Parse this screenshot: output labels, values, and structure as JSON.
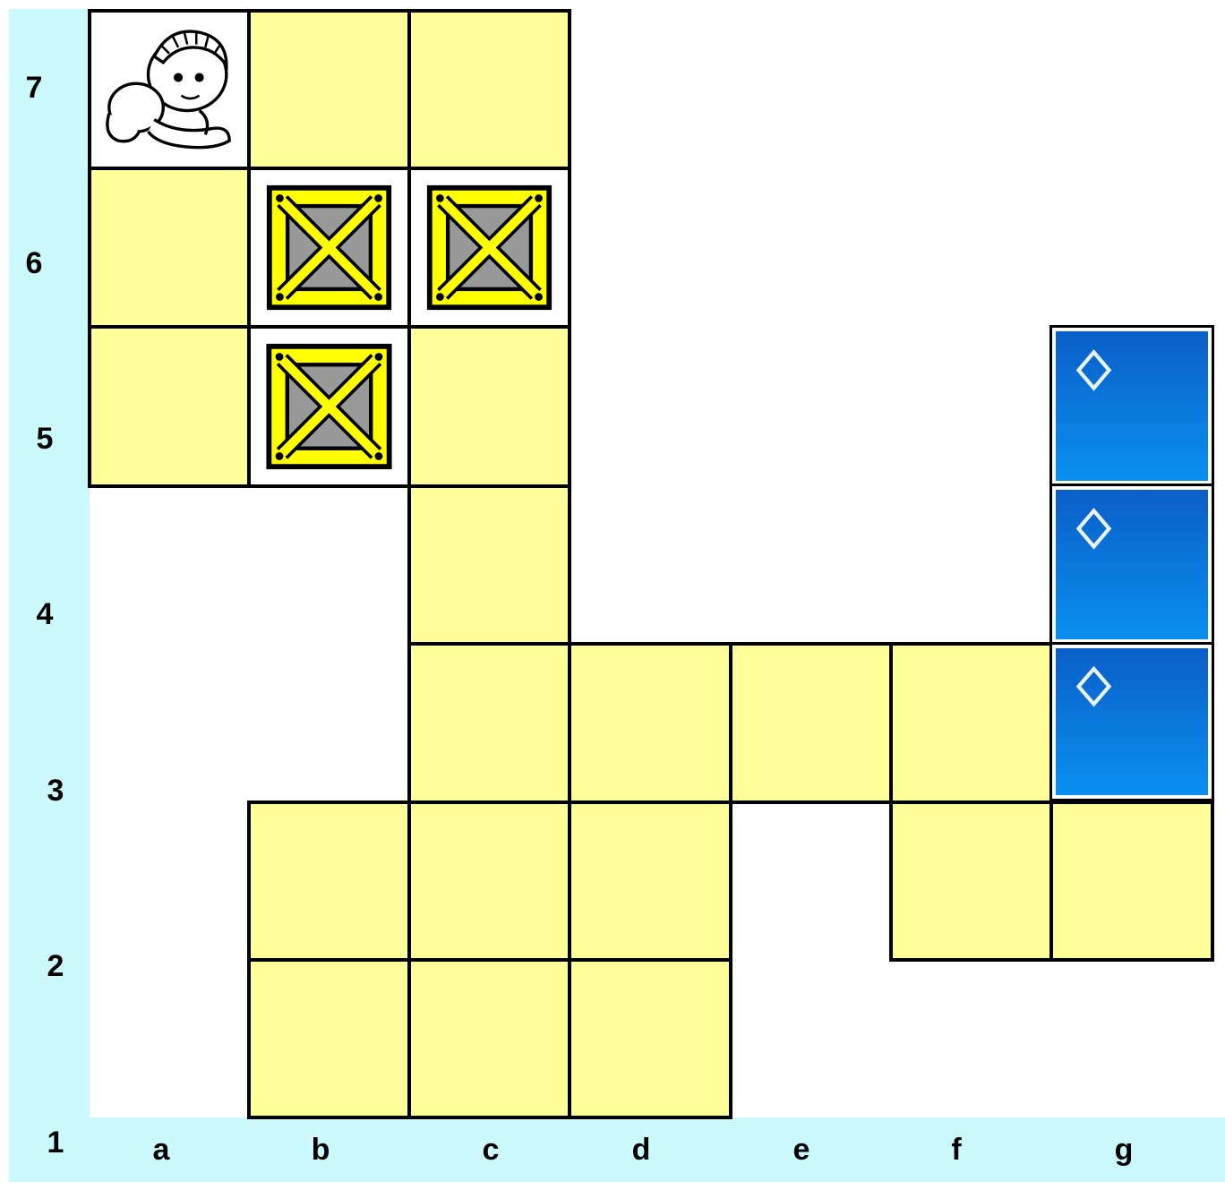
{
  "board": {
    "rows": [
      "7",
      "6",
      "5",
      "4",
      "3",
      "2",
      "1"
    ],
    "columns": [
      "a",
      "b",
      "c",
      "d",
      "e",
      "f",
      "g"
    ],
    "colors": {
      "floor": "#ffff99",
      "strip": "#ccfafc",
      "target": "#0a74d6",
      "crate_frame": "#ffff00",
      "crate_inner": "#999999"
    },
    "pieces": {
      "player": "boy-icon",
      "box": "crate-icon",
      "target": "target-diamond-icon"
    }
  }
}
